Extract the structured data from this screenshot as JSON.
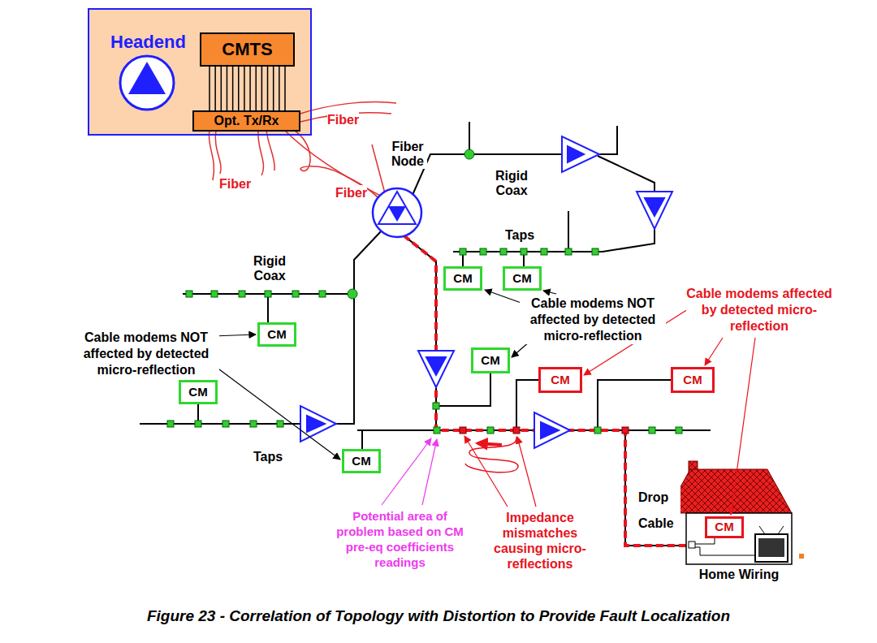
{
  "diagram": {
    "caption": "Figure 23 - Correlation of Topology with Distortion to Provide Fault Localization",
    "nodes": [
      {
        "text": [
          "Headend"
        ]
      },
      {
        "text": [
          "CMTS"
        ],
        "in": 0
      },
      {
        "text": [
          "Opt. Tx/Rx"
        ],
        "in": 0
      },
      {
        "text": [
          "CM"
        ]
      },
      {
        "text": [
          "CM"
        ]
      },
      {
        "text": [
          "CM"
        ]
      },
      {
        "text": [
          "CM"
        ]
      },
      {
        "text": [
          "CM"
        ]
      },
      {
        "text": [
          "CM"
        ]
      },
      {
        "text": [
          "CM"
        ]
      },
      {
        "text": [
          "CM"
        ]
      },
      {
        "text": [
          "CM"
        ]
      }
    ],
    "edges": [
      {
        "from": 1,
        "to": 2,
        "arrow": "none"
      }
    ],
    "labels": [
      "Fiber",
      "Fiber Node",
      "Rigid Coax",
      "Fiber",
      "Fiber",
      "Taps",
      "Rigid Coax",
      "Cable modems NOT affected by detected micro-reflection",
      "Cable modems affected by detected micro-reflection",
      "Cable modems NOT affected by detected micro-reflection",
      "Taps",
      "Drop Cable",
      "Potential area of problem based on CM pre-eq coefficients readings",
      "Impedance mismatches causing micro-reflections",
      "Home Wiring"
    ]
  }
}
